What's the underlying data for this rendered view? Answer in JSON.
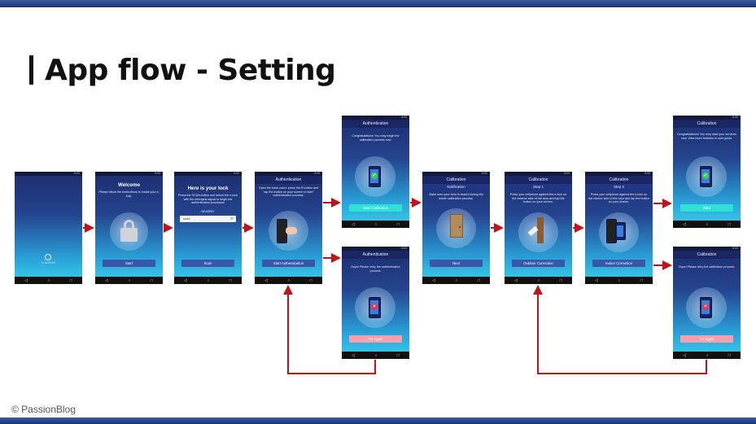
{
  "slide": {
    "title": "App flow - Setting",
    "footer": "© PassionBlog"
  },
  "status_time": "6:00",
  "nav_icons": {
    "back": "◁",
    "home": "○",
    "recent": "□"
  },
  "screens": {
    "loading": {
      "label": "LOADING"
    },
    "welcome": {
      "title": "Welcome",
      "text": "Please follow the instructions to install your e-lock.",
      "button": "Start",
      "icon": "padlock-icon"
    },
    "lock_select": {
      "title": "Here is your lock",
      "text": "Press the SCAN button and select the e-lock with the strongest signal to begin the authentication processes",
      "nearby_label": "NEARBY",
      "lock_item": "lock1",
      "button": "Scan"
    },
    "authentication": {
      "header": "Authentication",
      "text": "Open the back cover, press the R button and tap the button on your screen to start authentication process.",
      "button": "Start Authentication"
    },
    "auth_success": {
      "header": "Authentication",
      "text": "Congratulations! You may begin the calibration process now.",
      "button": "Start Calibration"
    },
    "auth_fail": {
      "header": "Authentication",
      "text": "Oops! Please retry the authentication process.",
      "button": "Try Again"
    },
    "calib_notify": {
      "header": "Calibration",
      "subheader": "Notification",
      "text": "Make sure your door is closed during the whole calibration process.",
      "button": "Next"
    },
    "calib_step1": {
      "header": "Calibration",
      "subheader": "Step 1",
      "text": "Press your cellphone against the e-lock on the exterior side of the door and tap the button on your screen.",
      "button": "Outdoor Correction"
    },
    "calib_step2": {
      "header": "Calibration",
      "subheader": "Step 2",
      "text": "Press your cellphone against the e-lock on the interior side of the door and tap the button on your screen.",
      "button": "Indoor Correction"
    },
    "calib_success": {
      "header": "Calibration",
      "text": "Congratulations! You may start your services now. View more features in user guide.",
      "button": "Start"
    },
    "calib_fail": {
      "header": "Calibration",
      "text": "Oops! Please retry the calibration process.",
      "button": "Try Again"
    }
  },
  "colors": {
    "arrow": "#c0141c",
    "accent_blue": "#3956a8",
    "success_green": "#3fcc55",
    "error_red": "#e8344a",
    "cyan_button": "#2fe0d6",
    "pink_button": "#f5a0ac"
  }
}
